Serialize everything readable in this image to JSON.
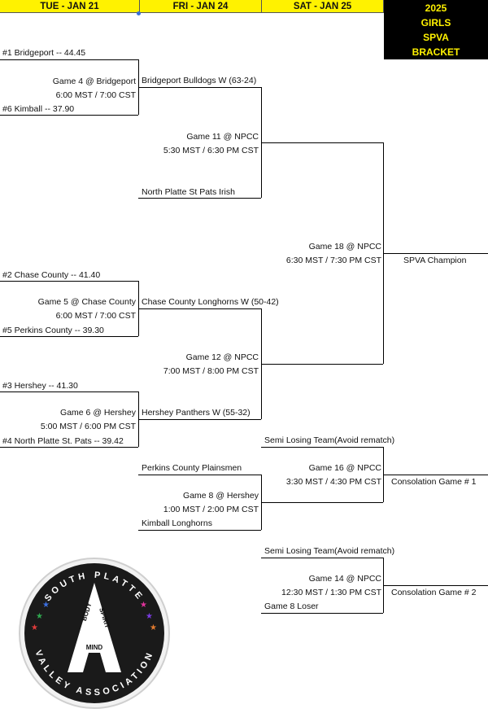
{
  "headers": {
    "tue": "TUE - JAN 21",
    "fri": "FRI - JAN 24",
    "sat": "SAT - JAN 25"
  },
  "title": {
    "line1": "2025",
    "line2": "GIRLS",
    "line3": "SPVA",
    "line4": "BRACKET"
  },
  "seeds": {
    "s1": "#1 Bridgeport -- 44.45",
    "s6": "#6 Kimball -- 37.90",
    "s2": "#2 Chase County -- 41.40",
    "s5": "#5 Perkins County -- 39.30",
    "s3": "#3 Hershey -- 41.30",
    "s4": "#4 North Platte St. Pats -- 39.42"
  },
  "games": {
    "g4": {
      "label": "Game 4 @ Bridgeport",
      "time": "6:00 MST / 7:00 CST"
    },
    "g5": {
      "label": "Game 5 @ Chase County",
      "time": "6:00 MST / 7:00 CST"
    },
    "g6": {
      "label": "Game 6 @ Hershey",
      "time": "5:00 MST / 6:00 PM CST"
    },
    "g11": {
      "label": "Game 11 @ NPCC",
      "time": "5:30 MST / 6:30 PM CST"
    },
    "g12": {
      "label": "Game 12 @ NPCC",
      "time": "7:00 MST / 8:00 PM CST"
    },
    "g8": {
      "label": "Game 8 @ Hershey",
      "time": "1:00 MST / 2:00 PM CST"
    },
    "g18": {
      "label": "Game 18 @ NPCC",
      "time": "6:30 MST / 7:30 PM CST"
    },
    "g16": {
      "label": "Game 16 @ NPCC",
      "time": "3:30 MST / 4:30 PM CST"
    },
    "g14": {
      "label": "Game 14 @ NPCC",
      "time": "12:30 MST / 1:30 PM CST"
    }
  },
  "results": {
    "bridgeport": "Bridgeport Bulldogs W (63-24)",
    "npsp": "North Platte St Pats Irish",
    "chase": "Chase County Longhorns W (50-42)",
    "hershey": "Hershey Panthers W (55-32)",
    "perkins": "Perkins County Plainsmen",
    "kimball": "Kimball Longhorns",
    "semi1": "Semi Losing Team(Avoid rematch)",
    "semi2": "Semi Losing Team(Avoid rematch)",
    "g8loser": "Game 8 Loser"
  },
  "outcomes": {
    "champion": "SPVA Champion",
    "cons1": "Consolation Game # 1",
    "cons2": "Consolation Game # 2"
  },
  "logo": {
    "top": "SOUTH PLATTE",
    "bottom": "VALLEY ASSOCIATION",
    "words": [
      "BODY",
      "SPIRIT",
      "MIND"
    ],
    "letter": "A"
  }
}
